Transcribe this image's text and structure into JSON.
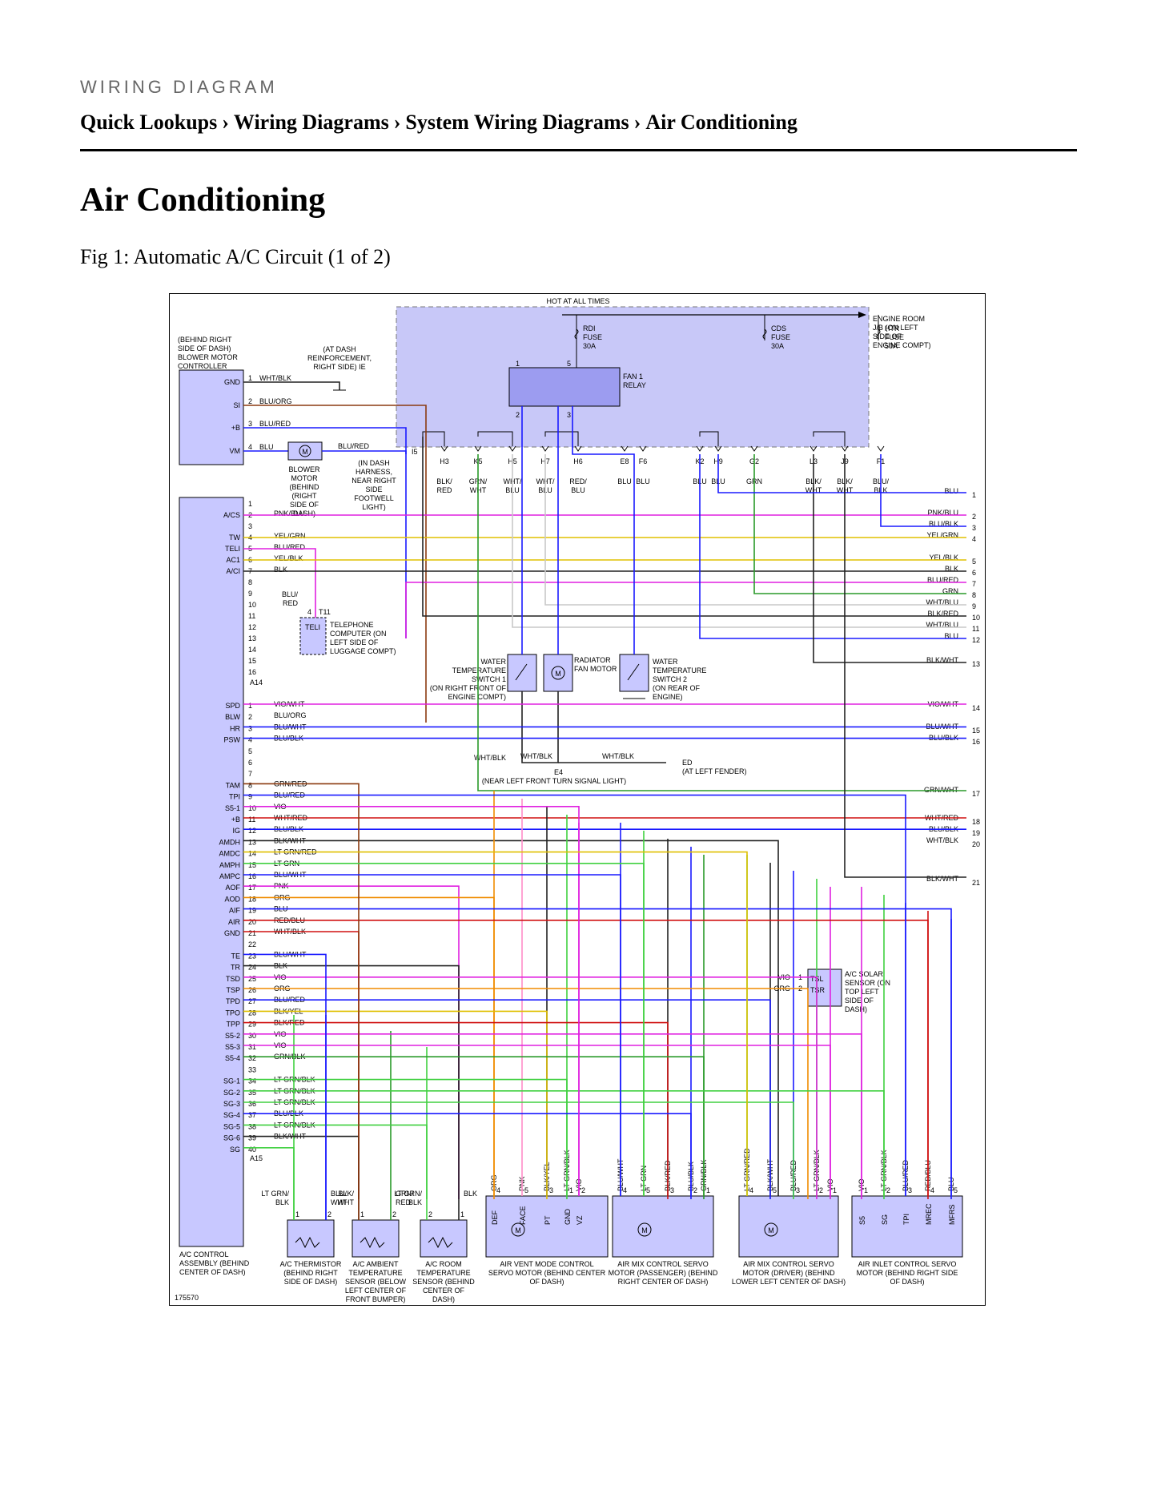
{
  "header": {
    "kicker": "WIRING DIAGRAM",
    "breadcrumb": [
      "Quick Lookups",
      "Wiring Diagrams",
      "System Wiring Diagrams",
      "Air Conditioning"
    ],
    "separator": "›"
  },
  "page_title": "Air Conditioning",
  "figure_caption": "Fig 1: Automatic A/C Circuit (1 of 2)",
  "diagram": {
    "hot_label": "HOT AT ALL TIMES",
    "figure_number": "175570",
    "fuse_box": "ENGINE ROOM J/B (ON LEFT SIDE OF ENGINE COMPT)",
    "fuses": [
      {
        "name": "RDI FUSE",
        "rating": "30A"
      },
      {
        "name": "CDS FUSE",
        "rating": "30A"
      },
      {
        "name": "HTR FUSE",
        "rating": "50A"
      }
    ],
    "relay": "FAN 1 RELAY",
    "relay_pins": [
      "1",
      "5",
      "2",
      "3"
    ],
    "connectors": [
      "H3",
      "K5",
      "H5",
      "H7",
      "H6",
      "E8",
      "F6",
      "K2",
      "H9",
      "G2",
      "L3",
      "J9",
      "F1"
    ],
    "connector_colors": [
      "BLK/RED",
      "GRN/WHT",
      "WHT/BLU",
      "WHT/BLU",
      "RED/BLU",
      "BLU",
      "BLU",
      "BLU",
      "BLU",
      "GRN",
      "BLK/WHT",
      "BLK/WHT",
      "BLU/BLK"
    ],
    "blower_controller": {
      "location": "(BEHIND RIGHT SIDE OF DASH) BLOWER MOTOR CONTROLLER",
      "pins": [
        "GND",
        "SI",
        "+B",
        "VM"
      ],
      "wires": [
        "WHT/BLK",
        "BLU/ORG",
        "BLU/RED",
        "BLU"
      ]
    },
    "ground_ie": "(AT DASH REINFORCEMENT, RIGHT SIDE) IE",
    "blower_motor": "BLOWER MOTOR (BEHIND (RIGHT SIDE OF DASH)",
    "harness_note": "(IN DASH HARNESS, NEAR RIGHT SIDE FOOTWELL LIGHT)",
    "junction_i5": "I5",
    "telephone": {
      "id": "T11",
      "pin": "TELI",
      "label": "TELEPHONE COMPUTER (ON LEFT SIDE OF LUGGAGE COMPT)",
      "wire": "BLU/RED"
    },
    "ac_pins_a14": [
      "",
      "A/CS",
      "",
      "TW",
      "TELI",
      "AC1",
      "A/CI",
      "",
      "",
      "",
      "",
      "",
      "",
      "",
      "",
      ""
    ],
    "ac_wires_a14": [
      "",
      "PNK/BLU",
      "",
      "YEL/GRN",
      "BLU/RED",
      "YEL/BLK",
      "BLK",
      "",
      "",
      "",
      "",
      "",
      "",
      "",
      "",
      ""
    ],
    "a14_label": "A14",
    "ac_pins_a15": [
      "SPD",
      "BLW",
      "HR",
      "PSW",
      "",
      "",
      "",
      "TAM",
      "TPI",
      "S5-1",
      "+B",
      "IG",
      "AMDH",
      "AMDC",
      "AMPH",
      "AMPC",
      "AOF",
      "AOD",
      "AIF",
      "AIR",
      "GND",
      "",
      "TE",
      "TR",
      "TSD",
      "TSP",
      "TPD",
      "TPO",
      "TPP",
      "S5-2",
      "S5-3",
      "S5-4",
      "",
      "SG-1",
      "SG-2",
      "SG-3",
      "SG-4",
      "SG-5",
      "SG-6",
      "SG"
    ],
    "ac_wires_a15": [
      "VIO/WHT",
      "BLU/ORG",
      "BLU/WHT",
      "BLU/BLK",
      "",
      "",
      "",
      "GRN/RED",
      "BLU/RED",
      "VIO",
      "WHT/RED",
      "BLU/BLK",
      "BLK/WHT",
      "LT GRN/RED",
      "LT GRN",
      "BLU/WHT",
      "PNK",
      "ORG",
      "BLU",
      "RED/BLU",
      "WHT/BLK",
      "",
      "BLU/WHT",
      "BLK",
      "VIO",
      "ORG",
      "BLU/RED",
      "BLK/YEL",
      "BLK/RED",
      "VIO",
      "VIO",
      "GRN/BLK",
      "",
      "LT GRN/BLK",
      "LT GRN/BLK",
      "LT GRN/BLK",
      "BLU/BLK",
      "LT GRN/BLK",
      "BLK/WHT",
      ""
    ],
    "a15_label": "A15",
    "ac_assembly": "A/C CONTROL ASSEMBLY (BEHIND CENTER OF DASH)",
    "right_edge": [
      {
        "label": "BLU",
        "num": "1"
      },
      {
        "label": "PNK/BLU",
        "num": "2"
      },
      {
        "label": "BLU/BLK",
        "num": "3"
      },
      {
        "label": "YEL/GRN",
        "num": "4"
      },
      {
        "label": "YEL/BLK",
        "num": "5"
      },
      {
        "label": "BLK",
        "num": "6"
      },
      {
        "label": "BLU/RED",
        "num": "7"
      },
      {
        "label": "GRN",
        "num": "8"
      },
      {
        "label": "WHT/BLU",
        "num": "9"
      },
      {
        "label": "BLK/RED",
        "num": "10"
      },
      {
        "label": "WHT/BLU",
        "num": "11"
      },
      {
        "label": "BLU",
        "num": "12"
      },
      {
        "label": "BLK/WHT",
        "num": "13"
      },
      {
        "label": "VIO/WHT",
        "num": "14"
      },
      {
        "label": "BLU/WHT",
        "num": "15"
      },
      {
        "label": "BLU/BLK",
        "num": "16"
      },
      {
        "label": "GRN/WHT",
        "num": "17"
      },
      {
        "label": "WHT/RED",
        "num": "18"
      },
      {
        "label": "BLU/BLK",
        "num": "19"
      },
      {
        "label": "WHT/BLK",
        "num": "20"
      },
      {
        "label": "BLK/WHT",
        "num": "21"
      }
    ],
    "mid_components": [
      {
        "name": "WATER TEMPERATURE SWITCH 1",
        "loc": "(ON RIGHT FRONT OF ENGINE COMPT)"
      },
      {
        "name": "RADIATOR FAN MOTOR",
        "loc": ""
      },
      {
        "name": "WATER TEMPERATURE SWITCH 2",
        "loc": "(ON REAR OF ENGINE)"
      }
    ],
    "ground_e4": "E4 (NEAR LEFT FRONT TURN SIGNAL LIGHT)",
    "ground_ed": "ED (AT LEFT FENDER)",
    "ground_wires": [
      "WHT/BLK",
      "WHT/BLK",
      "WHT/BLK"
    ],
    "solar_sensor": {
      "label": "A/C SOLAR SENSOR (ON TOP LEFT SIDE OF DASH)",
      "pins": [
        "TSL",
        "TSR"
      ],
      "wires": [
        "VIO",
        "ORG"
      ],
      "nums": [
        "1",
        "2"
      ]
    },
    "bottom_components": [
      {
        "name": "A/C THERMISTOR (BEHIND RIGHT SIDE OF DASH)",
        "wires": [
          "LT GRN/BLK",
          "BLU/WHT"
        ],
        "pins": [
          "1",
          "2"
        ]
      },
      {
        "name": "A/C AMBIENT TEMPERATURE SENSOR (BELOW LEFT CENTER OF FRONT BUMPER)",
        "wires": [
          "BLK/WHT",
          "GRN/RED"
        ],
        "pins": [
          "1",
          "2"
        ]
      },
      {
        "name": "A/C ROOM TEMPERATURE SENSOR (BEHIND CENTER OF DASH)",
        "wires": [
          "LT GRN/BLK",
          "BLK"
        ],
        "pins": [
          "2",
          "1"
        ]
      },
      {
        "name": "AIR VENT MODE CONTROL SERVO MOTOR (BEHIND CENTER OF DASH)",
        "wires": [
          "ORG",
          "PNK",
          "BLK/YEL",
          "LT GRN/BLK",
          "VIO"
        ],
        "pins": [
          "4",
          "5",
          "3",
          "1",
          "2"
        ],
        "terms": [
          "DEF",
          "FACE",
          "PT",
          "GND",
          "VZ"
        ]
      },
      {
        "name": "AIR MIX CONTROL SERVO MOTOR (PASSENGER) (BEHIND RIGHT CENTER OF DASH)",
        "wires": [
          "BLU/WHT",
          "LT GRN",
          "BLK/RED",
          "BLU/BLK",
          "GRN/BLK"
        ],
        "pins": [
          "4",
          "5",
          "3",
          "2",
          "1"
        ],
        "terms": []
      },
      {
        "name": "AIR MIX CONTROL SERVO MOTOR (DRIVER) (BEHIND LOWER LEFT CENTER OF DASH)",
        "wires": [
          "LT GRN/RED",
          "BLK/WHT",
          "BLU/RED",
          "LT GRN/BLK",
          "VIO"
        ],
        "pins": [
          "4",
          "5",
          "3",
          "2",
          "1"
        ],
        "terms": []
      },
      {
        "name": "AIR INLET CONTROL SERVO MOTOR (BEHIND RIGHT SIDE OF DASH)",
        "wires": [
          "VIO",
          "LT GRN/BLK",
          "BLU/RED",
          "RED/BLU",
          "BLU"
        ],
        "pins": [
          "1",
          "2",
          "3",
          "4",
          "5"
        ],
        "terms": [
          "S5",
          "SG",
          "TPI",
          "MREC",
          "MFRS"
        ]
      }
    ]
  },
  "colors": {
    "BLU": "#1a1aff",
    "BLK": "#222222",
    "RED": "#d01010",
    "WHT": "#c8c8c8",
    "GRN": "#2a9a2a",
    "YEL": "#e0c000",
    "PNK": "#ff8cc8",
    "ORG": "#f08c00",
    "VIO": "#e020e0",
    "LTGRN": "#40d040",
    "BROWNRED": "#8b3a10",
    "component_fill": "#c8c8ff",
    "panel_fill": "#c8c8f8"
  }
}
